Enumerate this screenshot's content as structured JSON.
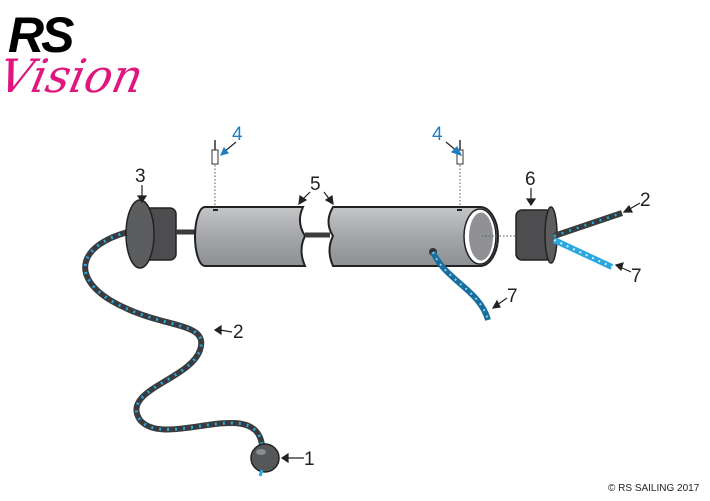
{
  "logo": {
    "line1": "RS",
    "line2": "Vision"
  },
  "labels": {
    "ball": "1",
    "rope_main": "2",
    "rope_end": "2",
    "end_cap_left": "3",
    "pin_left": "4",
    "pin_right": "4",
    "tube": "5",
    "end_cap_right": "6",
    "blue_line_end": "7",
    "blue_line_side": "7"
  },
  "copyright": "© RS SAILING 2017",
  "colors": {
    "brand_pink": "#e0167f",
    "label_blue": "#1f7fc0",
    "tube_grey": "#a7a9ac",
    "cap_dark": "#4d4d4f",
    "rope_blue": "#29a8e0"
  }
}
